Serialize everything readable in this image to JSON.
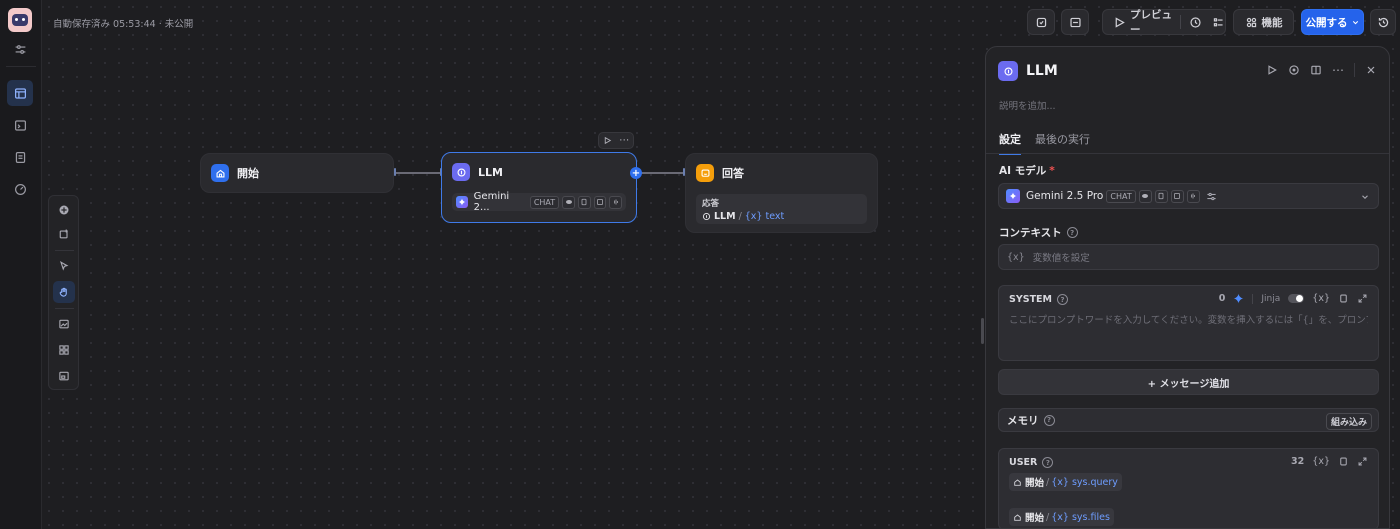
{
  "status": {
    "text": "自動保存済み 05:53:44 · 未公開"
  },
  "toolbar": {
    "preview_label": "プレビュー",
    "features_label": "機能",
    "publish_label": "公開する"
  },
  "nodes": {
    "start": {
      "title": "開始"
    },
    "llm": {
      "title": "LLM",
      "model": "Gemini 2...",
      "mode": "CHAT"
    },
    "answer": {
      "title": "回答",
      "field_label": "応答",
      "ref_source": "LLM",
      "ref_var": "{x} text"
    }
  },
  "panel": {
    "title": "LLM",
    "description_placeholder": "説明を追加...",
    "tabs": [
      {
        "label": "設定"
      },
      {
        "label": "最後の実行"
      }
    ],
    "ai_model_label": "AI モデル",
    "required_mark": "*",
    "model_name": "Gemini 2.5 Pro",
    "model_mode": "CHAT",
    "context_label": "コンテキスト",
    "context_var_mark": "{x}",
    "context_placeholder": "変数値を設定",
    "system": {
      "label": "SYSTEM",
      "count": "0",
      "jinja_label": "Jinja",
      "var_mark": "{x}",
      "placeholder": "ここにプロンプトワードを入力してください。変数を挿入するには「{」を、プロンプトコンテンツ..."
    },
    "add_message_label": "+ メッセージ追加",
    "memory_label": "メモリ",
    "builtin_label": "組み込み",
    "user": {
      "label": "USER",
      "count": "32",
      "var_mark": "{x}",
      "vars": [
        {
          "source": "開始",
          "var": "{x} sys.query"
        },
        {
          "source": "開始",
          "var": "{x} sys.files"
        }
      ]
    }
  },
  "colors": {
    "accent": "#2563eb",
    "start_node": "#2f6fed",
    "llm_node": "#6b6bf0",
    "answer_node": "#f59e0b"
  }
}
